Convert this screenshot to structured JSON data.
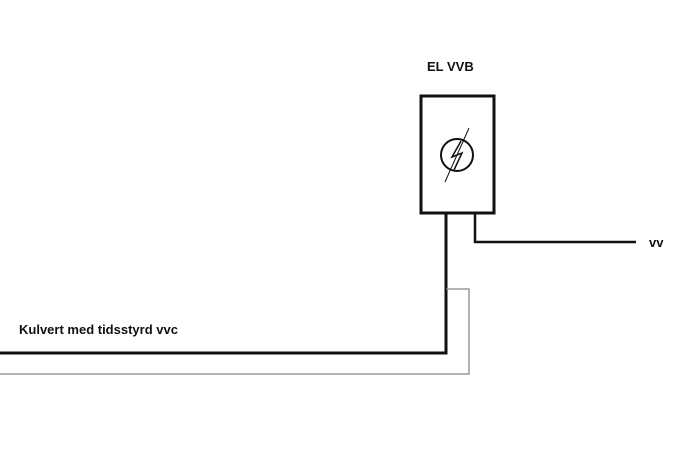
{
  "heater": {
    "label": "EL VVB"
  },
  "outlet": {
    "label": "vv"
  },
  "culvert": {
    "label": "Kulvert med tidsstyrd vvc"
  },
  "colors": {
    "line": "#111111",
    "return_line": "#888888",
    "background": "#ffffff"
  },
  "icons": {
    "heater_symbol": "electric-heating-element-icon"
  }
}
